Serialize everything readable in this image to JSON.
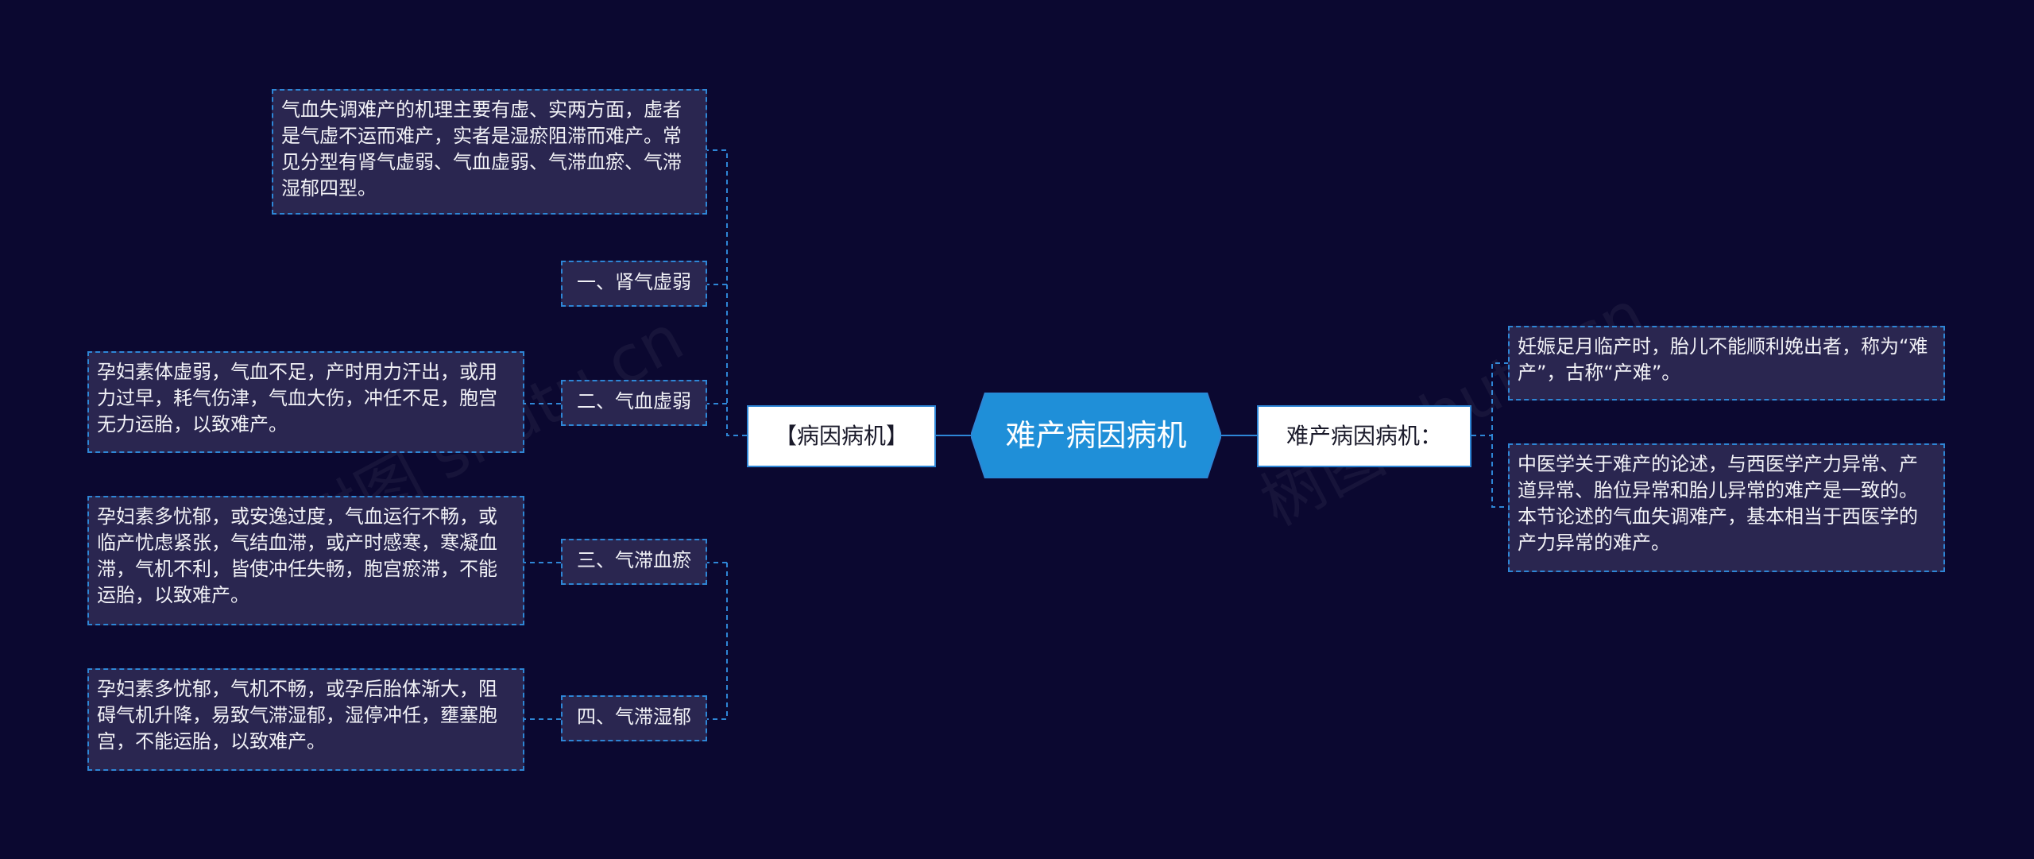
{
  "center": {
    "title": "难产病因病机"
  },
  "left": {
    "branch_label": "【病因病机】",
    "intro": "气血失调难产的机理主要有虚、实两方面，虚者是气虚不运而难产，实者是湿瘀阻滞而难产。常见分型有肾气虚弱、气血虚弱、气滞血瘀、气滞湿郁四型。",
    "subtypes": [
      {
        "label": "一、肾气虚弱",
        "detail": ""
      },
      {
        "label": "二、气血虚弱",
        "detail": "孕妇素体虚弱，气血不足，产时用力汗出，或用力过早，耗气伤津，气血大伤，冲任不足，胞宫无力运胎，以致难产。"
      },
      {
        "label": "三、气滞血瘀",
        "detail": "孕妇素多忧郁，或安逸过度，气血运行不畅，或临产忧虑紧张，气结血滞，或产时感寒，寒凝血滞，气机不利，皆使冲任失畅，胞宫瘀滞，不能运胎，以致难产。"
      },
      {
        "label": "四、气滞湿郁",
        "detail": "孕妇素多忧郁，气机不畅，或孕后胎体渐大，阻碍气机升降，易致气滞湿郁，湿停冲任，壅塞胞宫，不能运胎，以致难产。"
      }
    ]
  },
  "right": {
    "branch_label": "难产病因病机：",
    "details": [
      "妊娠足月临产时，胎儿不能顺利娩出者，称为“难产”，古称“产难”。",
      "中医学关于难产的论述，与西医学产力异常、产道异常、胎位异常和胎儿异常的难产是一致的。本节论述的气血失调难产，基本相当于西医学的产力异常的难产。"
    ]
  },
  "watermark": [
    "树图 shutu.cn",
    "树图 shutu.cn"
  ],
  "colors": {
    "background": "#0b0830",
    "center_fill": "#1f8fd8",
    "line": "#2e86d6",
    "box_fill": "#2a2650",
    "branch_fill": "#ffffff"
  }
}
